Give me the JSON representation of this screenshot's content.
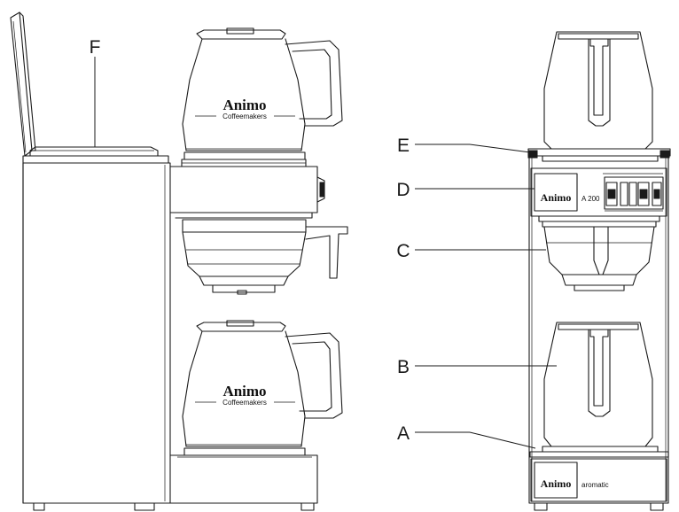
{
  "labels": {
    "F": "F",
    "E": "E",
    "D": "D",
    "C": "C",
    "B": "B",
    "A": "A"
  },
  "carafe_brand": "Animo",
  "carafe_subtitle": "Coffeemakers",
  "front_panel": {
    "brand": "Animo",
    "model": "A 200"
  },
  "base_panel": {
    "brand": "Animo",
    "label": "aromatic"
  }
}
